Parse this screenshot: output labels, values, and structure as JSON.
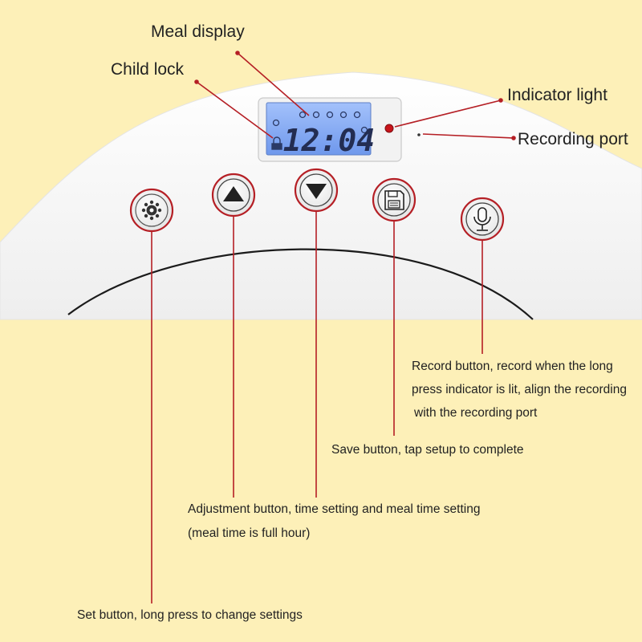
{
  "callouts": {
    "meal_display": "Meal display",
    "child_lock": "Child lock",
    "indicator_light": "Indicator light",
    "recording_port": "Recording port"
  },
  "descriptions": {
    "record_line1": "Record button, record when the long",
    "record_line2": "press indicator is lit, align the recording",
    "record_line3": "with the recording port",
    "save": "Save button, tap setup to complete",
    "adjust_line1": "Adjustment button, time setting and meal time setting",
    "adjust_line2": "(meal time is full hour)",
    "set": "Set button, long press to change settings"
  },
  "lcd": {
    "time": "12:04"
  },
  "buttons": [
    {
      "name": "set-button",
      "icon": "gear-icon"
    },
    {
      "name": "up-button",
      "icon": "triangle-up-icon"
    },
    {
      "name": "down-button",
      "icon": "triangle-down-icon"
    },
    {
      "name": "save-button",
      "icon": "floppy-disk-icon"
    },
    {
      "name": "record-button",
      "icon": "microphone-icon"
    }
  ],
  "colors": {
    "background": "#fdf0b8",
    "device": "#f7f7f7",
    "lcd": "#86aef5",
    "highlight_ring": "#b51f25",
    "indicator": "#c8141b"
  }
}
